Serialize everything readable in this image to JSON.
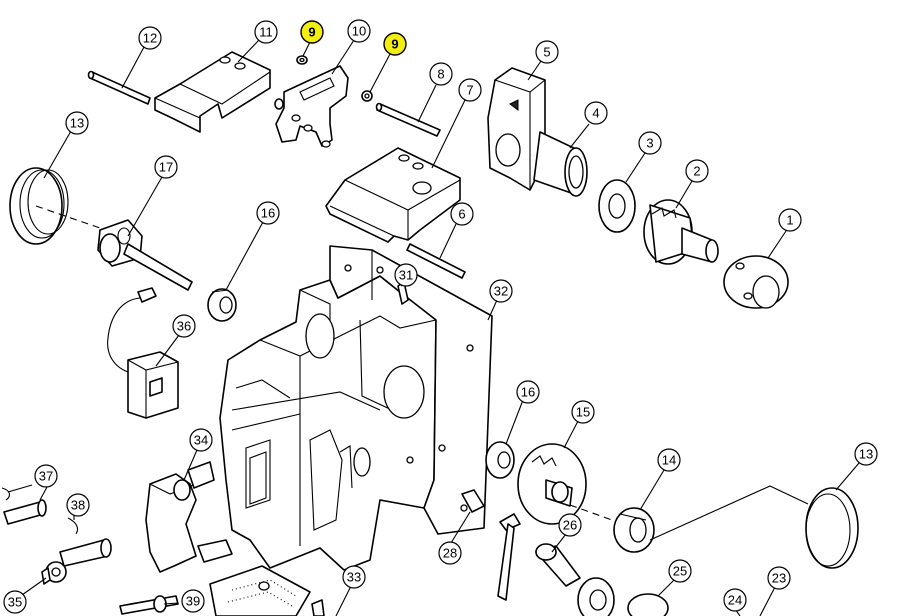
{
  "callouts": [
    {
      "id": "c1",
      "label": "1"
    },
    {
      "id": "c2",
      "label": "2"
    },
    {
      "id": "c3",
      "label": "3"
    },
    {
      "id": "c4",
      "label": "4"
    },
    {
      "id": "c5",
      "label": "5"
    },
    {
      "id": "c6",
      "label": "6"
    },
    {
      "id": "c7",
      "label": "7"
    },
    {
      "id": "c8",
      "label": "8"
    },
    {
      "id": "c9a",
      "label": "9"
    },
    {
      "id": "c9b",
      "label": "9"
    },
    {
      "id": "c10",
      "label": "10"
    },
    {
      "id": "c11",
      "label": "11"
    },
    {
      "id": "c12",
      "label": "12"
    },
    {
      "id": "c13a",
      "label": "13"
    },
    {
      "id": "c13b",
      "label": "13"
    },
    {
      "id": "c14",
      "label": "14"
    },
    {
      "id": "c15",
      "label": "15"
    },
    {
      "id": "c16a",
      "label": "16"
    },
    {
      "id": "c16b",
      "label": "16"
    },
    {
      "id": "c17",
      "label": "17"
    },
    {
      "id": "c23",
      "label": "23"
    },
    {
      "id": "c24",
      "label": "24"
    },
    {
      "id": "c25",
      "label": "25"
    },
    {
      "id": "c26",
      "label": "26"
    },
    {
      "id": "c28",
      "label": "28"
    },
    {
      "id": "c31",
      "label": "31"
    },
    {
      "id": "c32",
      "label": "32"
    },
    {
      "id": "c33",
      "label": "33"
    },
    {
      "id": "c34",
      "label": "34"
    },
    {
      "id": "c35",
      "label": "35"
    },
    {
      "id": "c36",
      "label": "36"
    },
    {
      "id": "c37",
      "label": "37"
    },
    {
      "id": "c38",
      "label": "38"
    },
    {
      "id": "c39",
      "label": "39"
    }
  ],
  "highlight_color": "#f2ee12"
}
